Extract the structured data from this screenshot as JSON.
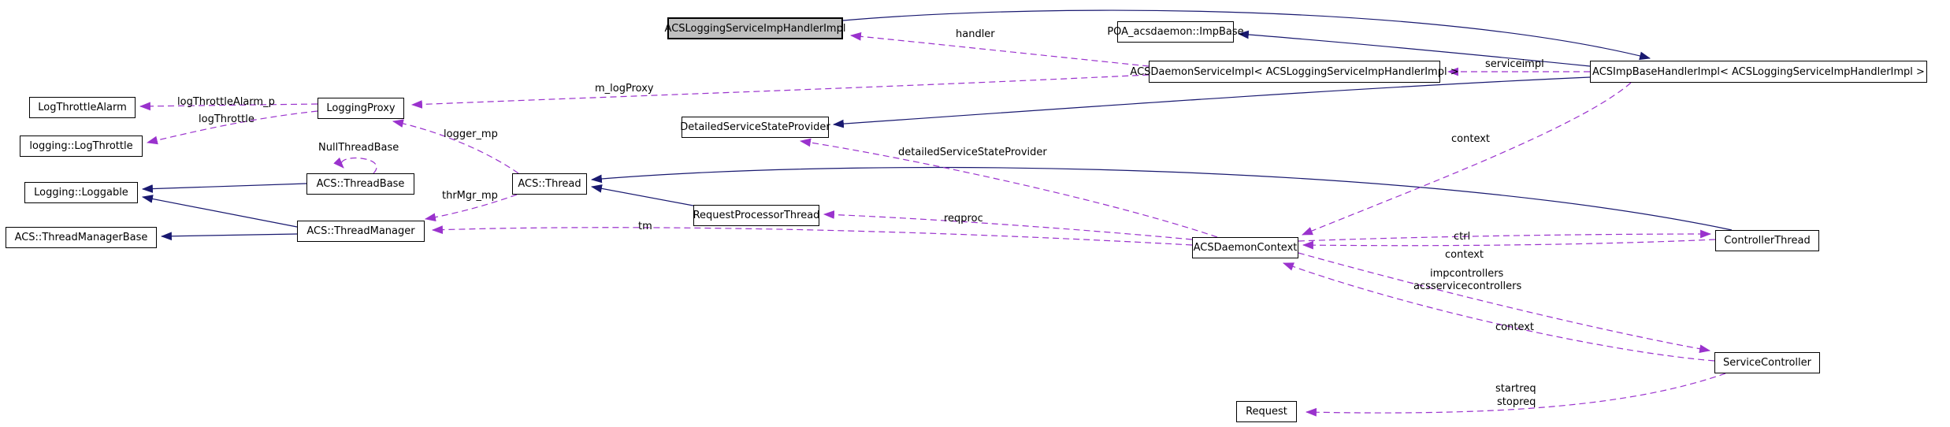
{
  "diagram": {
    "kind": "class-collaboration-graph",
    "colors": {
      "inheritance_edge": "#191970",
      "usage_edge": "#9a32cd",
      "node_fill": "#ffffff",
      "main_node_fill": "#bfbfbf",
      "node_border": "#000000",
      "text": "#000000"
    },
    "nodes": [
      {
        "id": "main",
        "label": "ACSLoggingServiceImpHandlerImpl",
        "highlighted": true
      },
      {
        "id": "poa-impbase",
        "label": "POA_acsdaemon::ImpBase",
        "highlighted": false
      },
      {
        "id": "daemon-service-impl",
        "label": "ACSDaemonServiceImpl< ACSLoggingServiceImpHandlerImpl >",
        "highlighted": false
      },
      {
        "id": "imp-base-handler",
        "label": "ACSImpBaseHandlerImpl< ACSLoggingServiceImpHandlerImpl >",
        "highlighted": false
      },
      {
        "id": "log-throttle-alarm",
        "label": "LogThrottleAlarm",
        "highlighted": false
      },
      {
        "id": "logging-log-throttle",
        "label": "logging::LogThrottle",
        "highlighted": false
      },
      {
        "id": "logging-proxy",
        "label": "LoggingProxy",
        "highlighted": false
      },
      {
        "id": "logging-loggable",
        "label": "Logging::Loggable",
        "highlighted": false
      },
      {
        "id": "acs-thread-base",
        "label": "ACS::ThreadBase",
        "highlighted": false
      },
      {
        "id": "acs-thread",
        "label": "ACS::Thread",
        "highlighted": false
      },
      {
        "id": "acs-thread-manager-base",
        "label": "ACS::ThreadManagerBase",
        "highlighted": false
      },
      {
        "id": "acs-thread-manager",
        "label": "ACS::ThreadManager",
        "highlighted": false
      },
      {
        "id": "detailed-service-state-provider",
        "label": "DetailedServiceStateProvider",
        "highlighted": false
      },
      {
        "id": "request-processor-thread",
        "label": "RequestProcessorThread",
        "highlighted": false
      },
      {
        "id": "acs-daemon-context",
        "label": "ACSDaemonContext",
        "highlighted": false
      },
      {
        "id": "controller-thread",
        "label": "ControllerThread",
        "highlighted": false
      },
      {
        "id": "service-controller",
        "label": "ServiceController",
        "highlighted": false
      },
      {
        "id": "request",
        "label": "Request",
        "highlighted": false
      }
    ],
    "edge_labels": [
      {
        "id": "handler",
        "text": "handler"
      },
      {
        "id": "serviceimpl",
        "text": "serviceimpl"
      },
      {
        "id": "m_logProxy",
        "text": "m_logProxy"
      },
      {
        "id": "logThrottleAlarm_p",
        "text": "logThrottleAlarm_p"
      },
      {
        "id": "logThrottle",
        "text": "logThrottle"
      },
      {
        "id": "NullThreadBase",
        "text": "NullThreadBase"
      },
      {
        "id": "logger_mp",
        "text": "logger_mp"
      },
      {
        "id": "thrMgr_mp",
        "text": "thrMgr_mp"
      },
      {
        "id": "tm",
        "text": "tm"
      },
      {
        "id": "reqproc",
        "text": "reqproc"
      },
      {
        "id": "detailedServiceStateProvider",
        "text": "detailedServiceStateProvider"
      },
      {
        "id": "context-impbase",
        "text": "context"
      },
      {
        "id": "ctrl",
        "text": "ctrl"
      },
      {
        "id": "context-controller",
        "text": "context"
      },
      {
        "id": "impcontrollers",
        "text": "impcontrollers"
      },
      {
        "id": "acsservicecontrollers",
        "text": "acsservicecontrollers"
      },
      {
        "id": "context-servicecontroller",
        "text": "context"
      },
      {
        "id": "startreq",
        "text": "startreq"
      },
      {
        "id": "stopreq",
        "text": "stopreq"
      }
    ],
    "edges": [
      {
        "from": "main",
        "to": "imp-base-handler",
        "type": "inheritance"
      },
      {
        "from": "imp-base-handler",
        "to": "poa-impbase",
        "type": "inheritance"
      },
      {
        "from": "imp-base-handler",
        "to": "detailed-service-state-provider",
        "type": "inheritance"
      },
      {
        "from": "controller-thread",
        "to": "acs-thread",
        "type": "inheritance"
      },
      {
        "from": "request-processor-thread",
        "to": "acs-thread",
        "type": "inheritance"
      },
      {
        "from": "acs-thread-base",
        "to": "logging-loggable",
        "type": "inheritance"
      },
      {
        "from": "acs-thread-manager",
        "to": "logging-loggable",
        "type": "inheritance"
      },
      {
        "from": "acs-thread-manager",
        "to": "acs-thread-manager-base",
        "type": "inheritance"
      },
      {
        "from": "daemon-service-impl",
        "to": "main",
        "type": "usage",
        "label": "handler"
      },
      {
        "from": "imp-base-handler",
        "to": "daemon-service-impl",
        "type": "usage",
        "label": "serviceimpl"
      },
      {
        "from": "daemon-service-impl",
        "to": "logging-proxy",
        "type": "usage",
        "label": "m_logProxy"
      },
      {
        "from": "logging-proxy",
        "to": "log-throttle-alarm",
        "type": "usage",
        "label": "logThrottleAlarm_p"
      },
      {
        "from": "logging-proxy",
        "to": "logging-log-throttle",
        "type": "usage",
        "label": "logThrottle"
      },
      {
        "from": "acs-thread-base",
        "to": "acs-thread-base",
        "type": "usage",
        "label": "NullThreadBase"
      },
      {
        "from": "acs-thread",
        "to": "logging-proxy",
        "type": "usage",
        "label": "logger_mp"
      },
      {
        "from": "acs-thread",
        "to": "acs-thread-manager",
        "type": "usage",
        "label": "thrMgr_mp"
      },
      {
        "from": "acs-daemon-context",
        "to": "acs-thread-manager",
        "type": "usage",
        "label": "tm"
      },
      {
        "from": "acs-daemon-context",
        "to": "request-processor-thread",
        "type": "usage",
        "label": "reqproc"
      },
      {
        "from": "acs-daemon-context",
        "to": "detailed-service-state-provider",
        "type": "usage",
        "label": "detailedServiceStateProvider"
      },
      {
        "from": "imp-base-handler",
        "to": "acs-daemon-context",
        "type": "usage",
        "label": "context"
      },
      {
        "from": "acs-daemon-context",
        "to": "controller-thread",
        "type": "usage",
        "label": "ctrl"
      },
      {
        "from": "controller-thread",
        "to": "acs-daemon-context",
        "type": "usage",
        "label": "context"
      },
      {
        "from": "acs-daemon-context",
        "to": "service-controller",
        "type": "usage",
        "label": "impcontrollers acsservicecontrollers"
      },
      {
        "from": "service-controller",
        "to": "acs-daemon-context",
        "type": "usage",
        "label": "context"
      },
      {
        "from": "service-controller",
        "to": "request",
        "type": "usage",
        "label": "startreq stopreq"
      }
    ]
  }
}
